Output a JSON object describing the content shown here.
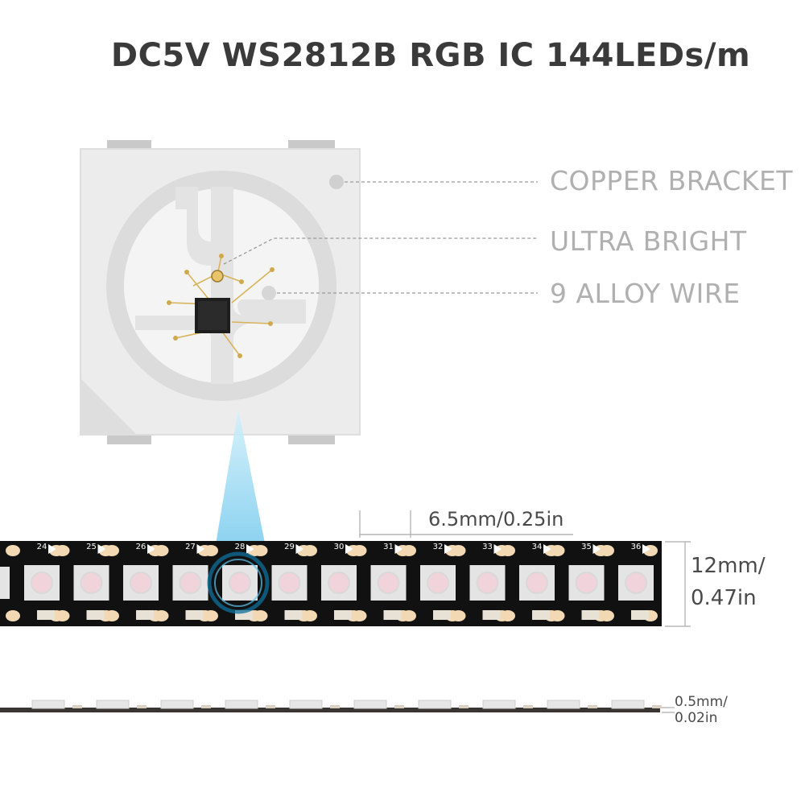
{
  "title": "DC5V WS2812B RGB IC 144LEDs/m",
  "callouts": {
    "copper_bracket": "COPPER BRACKET",
    "ultra_bright": "ULTRA BRIGHT",
    "alloy_wire": "9 ALLOY WIRE"
  },
  "dimensions": {
    "pitch": "6.5mm/0.25in",
    "width_line1": "12mm/",
    "width_line2": "0.47in",
    "thickness_line1": "0.5mm/",
    "thickness_line2": "0.02in"
  },
  "strip": {
    "led_numbers": [
      "24",
      "25",
      "26",
      "27",
      "28",
      "29",
      "30",
      "31",
      "32",
      "33",
      "34",
      "35",
      "36"
    ],
    "highlighted_number": "28"
  },
  "colors": {
    "title": "#3a3a3a",
    "callout_text": "#b0b0b0",
    "strip_pcb": "#111111",
    "solder_pad": "#f2d9b4",
    "led_body": "#e4e4e4",
    "highlight_beam": "#8fd3f0"
  }
}
